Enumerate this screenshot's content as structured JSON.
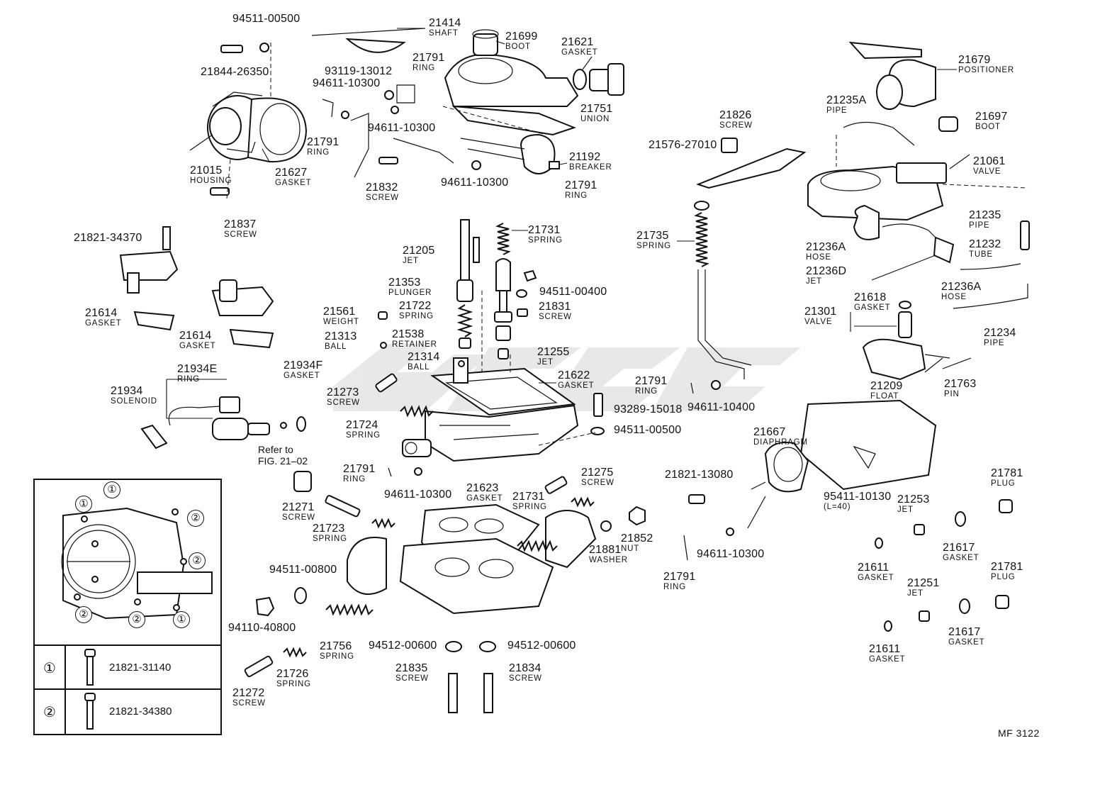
{
  "figure_code": "MF 3122",
  "refer_note": [
    "Refer to",
    "FIG. 21–02"
  ],
  "callouts": [
    {
      "id": "94511-00500-a",
      "num": "94511-00500",
      "label": ""
    },
    {
      "id": "21844-26350",
      "num": "21844-26350",
      "label": ""
    },
    {
      "id": "21015",
      "num": "21015",
      "label": "HOUSING"
    },
    {
      "id": "21627",
      "num": "21627",
      "label": "GASKET"
    },
    {
      "id": "21837",
      "num": "21837",
      "label": "SCREW"
    },
    {
      "id": "21414",
      "num": "21414",
      "label": "SHAFT"
    },
    {
      "id": "21699",
      "num": "21699",
      "label": "BOOT"
    },
    {
      "id": "21621",
      "num": "21621",
      "label": "GASKET"
    },
    {
      "id": "21791-a",
      "num": "21791",
      "label": "RING"
    },
    {
      "id": "93119-13012",
      "num": "93119-13012",
      "label": ""
    },
    {
      "id": "94611-10300-a",
      "num": "94611-10300",
      "label": ""
    },
    {
      "id": "94611-10300-b",
      "num": "94611-10300",
      "label": ""
    },
    {
      "id": "21751",
      "num": "21751",
      "label": "UNION"
    },
    {
      "id": "21791-b",
      "num": "21791",
      "label": "RING"
    },
    {
      "id": "21192",
      "num": "21192",
      "label": "BREAKER"
    },
    {
      "id": "21832",
      "num": "21832",
      "label": "SCREW"
    },
    {
      "id": "94611-10300-c",
      "num": "94611-10300",
      "label": ""
    },
    {
      "id": "21791-c",
      "num": "21791",
      "label": "RING"
    },
    {
      "id": "21821-34370",
      "num": "21821-34370",
      "label": ""
    },
    {
      "id": "21614-a",
      "num": "21614",
      "label": "GASKET"
    },
    {
      "id": "21614-b",
      "num": "21614",
      "label": "GASKET"
    },
    {
      "id": "21731-a",
      "num": "21731",
      "label": "SPRING"
    },
    {
      "id": "21205",
      "num": "21205",
      "label": "JET"
    },
    {
      "id": "21353",
      "num": "21353",
      "label": "PLUNGER"
    },
    {
      "id": "94511-00400",
      "num": "94511-00400",
      "label": ""
    },
    {
      "id": "21561",
      "num": "21561",
      "label": "WEIGHT"
    },
    {
      "id": "21722",
      "num": "21722",
      "label": "SPRING"
    },
    {
      "id": "21831",
      "num": "21831",
      "label": "SCREW"
    },
    {
      "id": "21313",
      "num": "21313",
      "label": "BALL"
    },
    {
      "id": "21538",
      "num": "21538",
      "label": "RETAINER"
    },
    {
      "id": "21314",
      "num": "21314",
      "label": "BALL"
    },
    {
      "id": "21255",
      "num": "21255",
      "label": "JET"
    },
    {
      "id": "21934E",
      "num": "21934E",
      "label": "RING"
    },
    {
      "id": "21934F",
      "num": "21934F",
      "label": "GASKET"
    },
    {
      "id": "21934",
      "num": "21934",
      "label": "SOLENOID"
    },
    {
      "id": "21273",
      "num": "21273",
      "label": "SCREW"
    },
    {
      "id": "21622",
      "num": "21622",
      "label": "GASKET"
    },
    {
      "id": "21724",
      "num": "21724",
      "label": "SPRING"
    },
    {
      "id": "93289-15018",
      "num": "93289-15018",
      "label": ""
    },
    {
      "id": "94511-00500-b",
      "num": "94511-00500",
      "label": ""
    },
    {
      "id": "21791-d",
      "num": "21791",
      "label": "RING"
    },
    {
      "id": "94611-10300-d",
      "num": "94611-10300",
      "label": ""
    },
    {
      "id": "21623",
      "num": "21623",
      "label": "GASKET"
    },
    {
      "id": "21275",
      "num": "21275",
      "label": "SCREW"
    },
    {
      "id": "21271",
      "num": "21271",
      "label": "SCREW"
    },
    {
      "id": "21731-b",
      "num": "21731",
      "label": "SPRING"
    },
    {
      "id": "21723",
      "num": "21723",
      "label": "SPRING"
    },
    {
      "id": "21852",
      "num": "21852",
      "label": "NUT"
    },
    {
      "id": "21881",
      "num": "21881",
      "label": "WASHER"
    },
    {
      "id": "94511-00800",
      "num": "94511-00800",
      "label": ""
    },
    {
      "id": "94110-40800",
      "num": "94110-40800",
      "label": ""
    },
    {
      "id": "21756",
      "num": "21756",
      "label": "SPRING"
    },
    {
      "id": "94512-00600-a",
      "num": "94512-00600",
      "label": ""
    },
    {
      "id": "94512-00600-b",
      "num": "94512-00600",
      "label": ""
    },
    {
      "id": "21726",
      "num": "21726",
      "label": "SPRING"
    },
    {
      "id": "21272",
      "num": "21272",
      "label": "SCREW"
    },
    {
      "id": "21835",
      "num": "21835",
      "label": "SCREW"
    },
    {
      "id": "21834",
      "num": "21834",
      "label": "SCREW"
    },
    {
      "id": "21826",
      "num": "21826",
      "label": "SCREW"
    },
    {
      "id": "21576-27010",
      "num": "21576-27010",
      "label": ""
    },
    {
      "id": "21735",
      "num": "21735",
      "label": "SPRING"
    },
    {
      "id": "21791-e",
      "num": "21791",
      "label": "RING"
    },
    {
      "id": "94611-10400",
      "num": "94611-10400",
      "label": ""
    },
    {
      "id": "21679",
      "num": "21679",
      "label": "POSITIONER"
    },
    {
      "id": "21235A",
      "num": "21235A",
      "label": "PIPE"
    },
    {
      "id": "21697",
      "num": "21697",
      "label": "BOOT"
    },
    {
      "id": "21061",
      "num": "21061",
      "label": "VALVE"
    },
    {
      "id": "21235",
      "num": "21235",
      "label": "PIPE"
    },
    {
      "id": "21236A-a",
      "num": "21236A",
      "label": "HOSE"
    },
    {
      "id": "21232",
      "num": "21232",
      "label": "TUBE"
    },
    {
      "id": "21236D",
      "num": "21236D",
      "label": "JET"
    },
    {
      "id": "21236A-b",
      "num": "21236A",
      "label": "HOSE"
    },
    {
      "id": "21618",
      "num": "21618",
      "label": "GASKET"
    },
    {
      "id": "21301",
      "num": "21301",
      "label": "VALVE"
    },
    {
      "id": "21234",
      "num": "21234",
      "label": "PIPE"
    },
    {
      "id": "21209",
      "num": "21209",
      "label": "FLOAT"
    },
    {
      "id": "21763",
      "num": "21763",
      "label": "PIN"
    },
    {
      "id": "21667",
      "num": "21667",
      "label": "DIAPHRAGM"
    },
    {
      "id": "21821-13080",
      "num": "21821-13080",
      "label": ""
    },
    {
      "id": "95411-10130",
      "num": "95411-10130",
      "label": "(L=40)"
    },
    {
      "id": "21253",
      "num": "21253",
      "label": "JET"
    },
    {
      "id": "21781-a",
      "num": "21781",
      "label": "PLUG"
    },
    {
      "id": "21617-a",
      "num": "21617",
      "label": "GASKET"
    },
    {
      "id": "94611-10300-e",
      "num": "94611-10300",
      "label": ""
    },
    {
      "id": "21791-f",
      "num": "21791",
      "label": "RING"
    },
    {
      "id": "21611-a",
      "num": "21611",
      "label": "GASKET"
    },
    {
      "id": "21251",
      "num": "21251",
      "label": "JET"
    },
    {
      "id": "21781-b",
      "num": "21781",
      "label": "PLUG"
    },
    {
      "id": "21611-b",
      "num": "21611",
      "label": "GASKET"
    },
    {
      "id": "21617-b",
      "num": "21617",
      "label": "GASKET"
    }
  ],
  "inset": {
    "key_marks": [
      "①",
      "②"
    ],
    "rows": [
      {
        "key": "①",
        "part": "21821-31140"
      },
      {
        "key": "②",
        "part": "21821-34380"
      }
    ]
  }
}
